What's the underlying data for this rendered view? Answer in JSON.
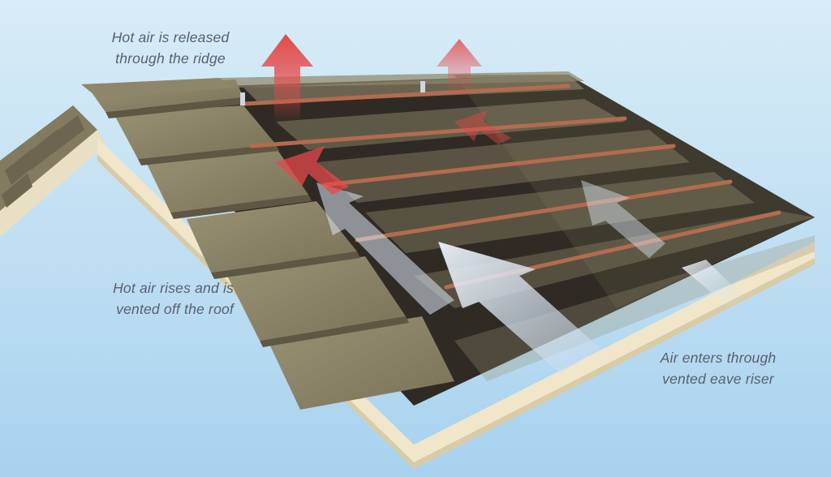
{
  "labels": {
    "ridge": [
      "Hot air is released",
      "through the ridge"
    ],
    "vented": [
      "Hot air rises and is",
      "vented off the roof"
    ],
    "eave": [
      "Air enters through",
      "vented eave riser"
    ]
  },
  "colors": {
    "background_top": "#cfe6f4",
    "background_bottom": "#a9d3ee",
    "tile": "#8a8266",
    "tile_dark": "#6b6350",
    "underlay": "#2e2a24",
    "batten": "#b06a4e",
    "fascia": "#f3e9cf",
    "hot_arrow": "#e5484a",
    "cool_arrow": "#dde8f4",
    "caption_text": "#58606e"
  },
  "icons": [
    "hot-air-arrow",
    "cool-air-arrow"
  ]
}
